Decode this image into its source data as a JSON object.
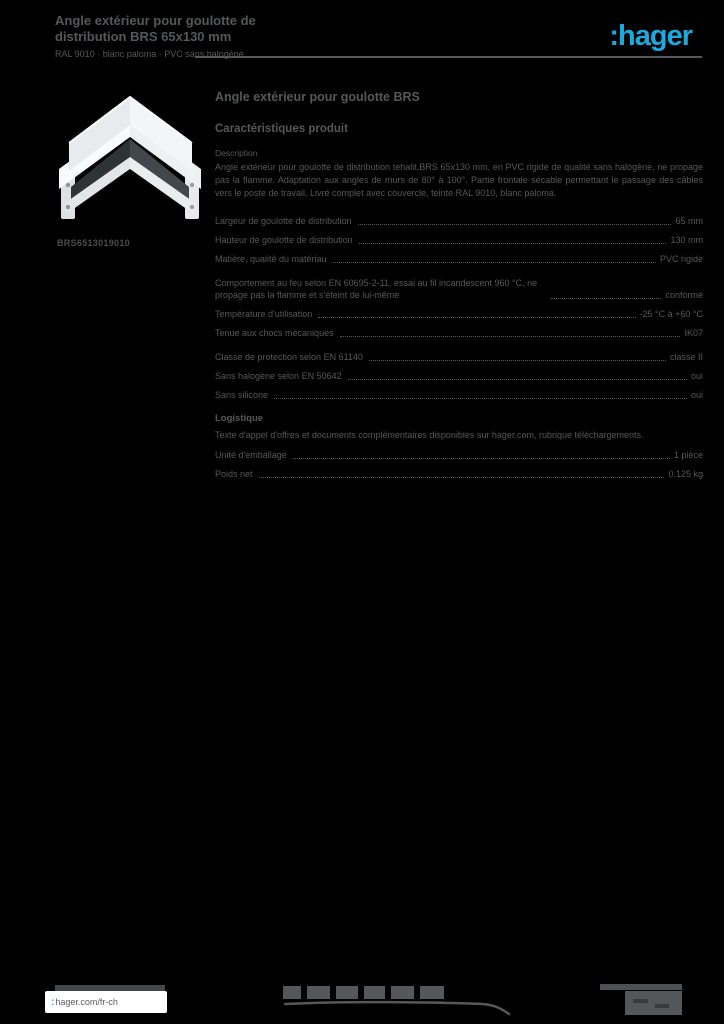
{
  "header": {
    "title_line1": "Angle extérieur pour goulotte de",
    "title_line2": "distribution BRS 65x130 mm",
    "subtitle": "RAL 9010 · blanc paloma · PVC sans halogène",
    "logo_colon": ":",
    "logo_text": "hager",
    "logo_color": "#1ba9e0"
  },
  "product": {
    "reference": "BRS6513019010",
    "image_name": "corner-product-render"
  },
  "main": {
    "heading": "Angle extérieur pour goulotte BRS",
    "subheading": "Caractéristiques produit",
    "description_label": "Description",
    "description": "Angle extérieur pour goulotte de distribution tehalit.BRS 65x130 mm, en PVC rigide de qualité sans halogène, ne propage pas la flamme. Adaptation aux angles de murs de 80° à 100°. Partie frontale sécable permettant le passage des câbles vers le poste de travail. Livré complet avec couvercle, teinte RAL 9010, blanc paloma.",
    "groups": [
      {
        "rows": [
          {
            "label": "Largeur de goulotte de distribution",
            "value": "65 mm"
          },
          {
            "label": "Hauteur de goulotte de distribution",
            "value": "130 mm"
          },
          {
            "label": "Matière, qualité du matériau",
            "value": "PVC rigide"
          }
        ]
      },
      {
        "rows": [
          {
            "label": "Comportement au feu selon EN 60695-2-11, essai au fil incandescent 960 °C, ne propage pas la flamme et s'éteint de lui-même",
            "value": "conforme"
          },
          {
            "label": "Température d'utilisation",
            "value": "-25 °C à +60 °C"
          },
          {
            "label": "Tenue aux chocs mécaniques",
            "value": "IK07"
          }
        ]
      },
      {
        "rows": [
          {
            "label": "Classe de protection selon EN 61140",
            "value": "classe II"
          },
          {
            "label": "Sans halogène selon EN 50642",
            "value": "oui"
          },
          {
            "label": "Sans silicone",
            "value": "oui"
          }
        ]
      },
      {
        "heading": "Logistique",
        "note": "Texte d'appel d'offres et documents complémentaires disponibles sur hager.com, rubrique téléchargements.",
        "rows": [
          {
            "label": "Unité d'emballage",
            "value": "1 pièce"
          },
          {
            "label": "Poids net",
            "value": "0.125 kg"
          }
        ]
      }
    ]
  },
  "footer": {
    "website_colon": ":",
    "website": "hager.com/fr-ch"
  }
}
